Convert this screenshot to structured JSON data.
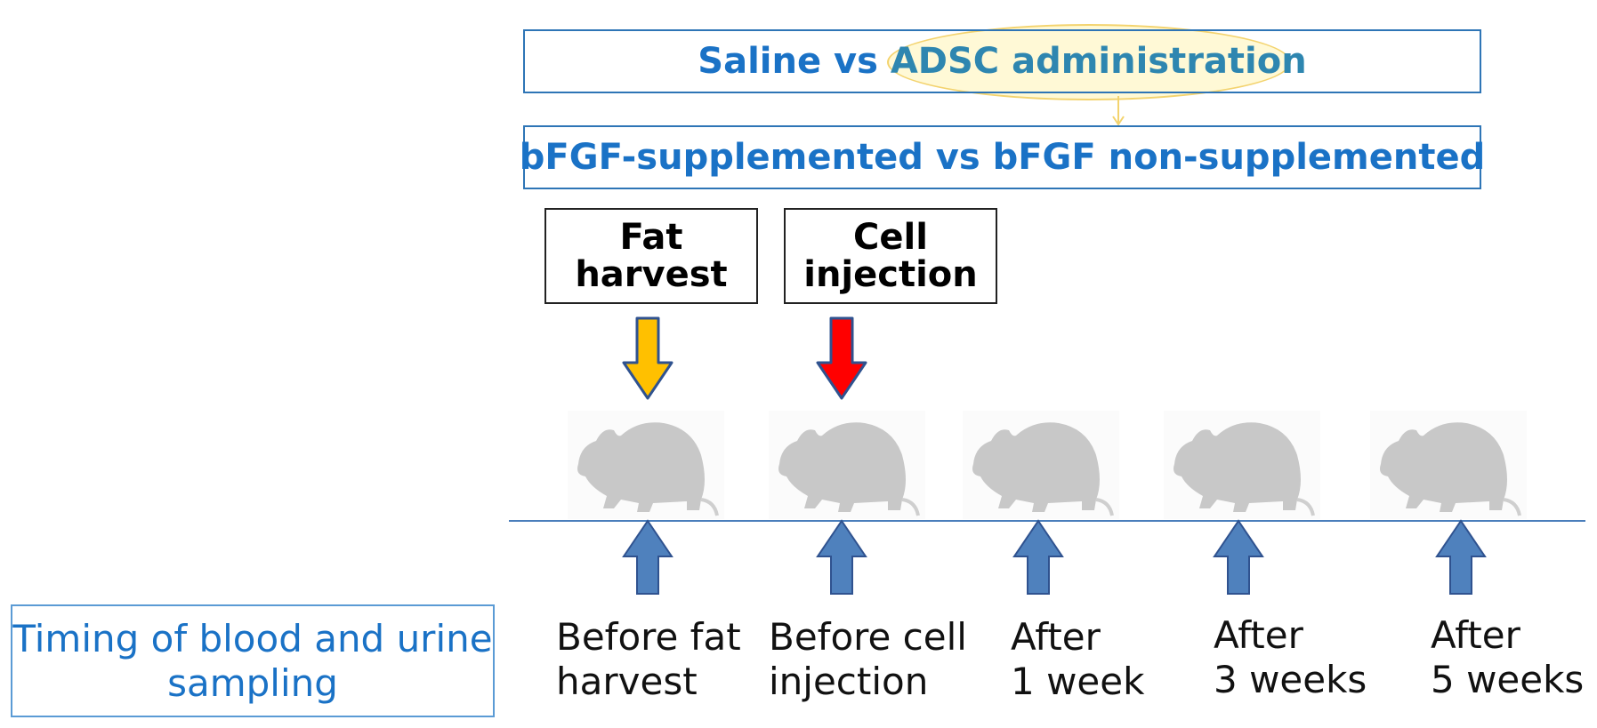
{
  "top_box": {
    "prefix": "Saline vs ",
    "highlight": "ADSC administration"
  },
  "mid_box": {
    "text": "bFGF-supplemented vs bFGF non-supplemented"
  },
  "fat_box": {
    "line1": "Fat",
    "line2": "harvest"
  },
  "cell_box": {
    "line1": "Cell",
    "line2": "injection"
  },
  "timing_box": {
    "line1": "Timing of blood and urine",
    "line2": "sampling"
  },
  "timepoints": [
    {
      "line1": "Before fat",
      "line2": "harvest"
    },
    {
      "line1": "Before cell",
      "line2": "injection"
    },
    {
      "line1": "After",
      "line2": "1 week"
    },
    {
      "line1": "After",
      "line2": "3 weeks"
    },
    {
      "line1": "After",
      "line2": "5 weeks"
    }
  ],
  "colors": {
    "box_border": "#2e75b6",
    "box_text": "#1a72c6",
    "highlight_fill": "#fff9d6",
    "highlight_border": "#f3d36e",
    "fat_arrow": "#ffc000",
    "cell_arrow": "#ff0000",
    "sampling_arrow": "#4f81bd",
    "mouse": "#c8c8c8"
  }
}
